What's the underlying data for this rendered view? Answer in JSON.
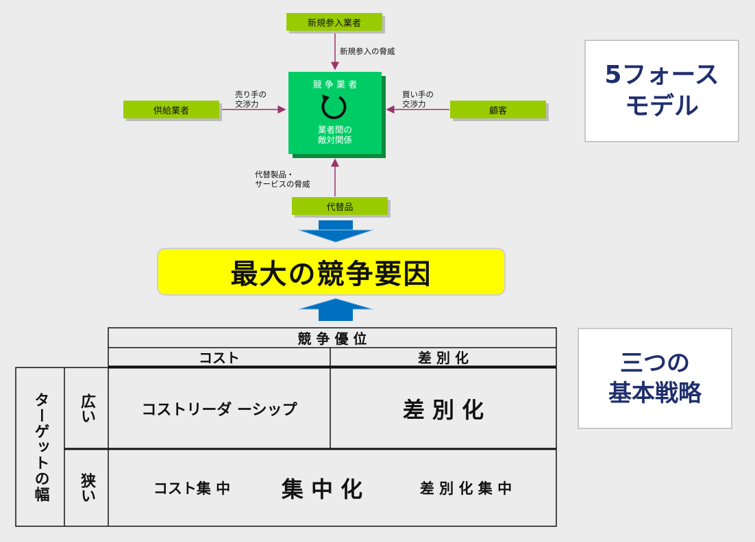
{
  "five_forces": {
    "new_entrants": "新規参入業者",
    "threat_new_entrants": "新規参入の脅威",
    "suppliers": "供給業者",
    "supplier_power": "売り手の\n交渉力",
    "buyers": "顧客",
    "buyer_power": "買い手の\n交渉力",
    "competitors_title": "競 争 業 者",
    "rivalry": "業者間の\n敵対関係",
    "substitutes": "代替品",
    "threat_substitutes": "代替製品・\nサービスの脅威"
  },
  "side_labels": {
    "five_forces_model": "5フォース\nモデル",
    "three_strategies": "三つの\n基本戦略"
  },
  "main_factor": "最大の競争要因",
  "strategy_table": {
    "header_top": "競 争 優 位",
    "col_cost": "コスト",
    "col_diff": "差 別 化",
    "target_label": "ターゲットの幅",
    "row_wide": "広い",
    "row_narrow": "狭い",
    "cost_leadership": "コストリーダ ーシップ",
    "differentiation": "差 別 化",
    "cost_focus": "コスト集 中",
    "focus": "集 中 化",
    "diff_focus": "差 別 化 集 中"
  },
  "colors": {
    "green_box": "#99cc00",
    "center_box": "#00cc66",
    "highlight": "#ffff00",
    "arrow_blue": "#0070c0",
    "force_arrow": "#993366",
    "side_text": "#1f2f6e"
  }
}
